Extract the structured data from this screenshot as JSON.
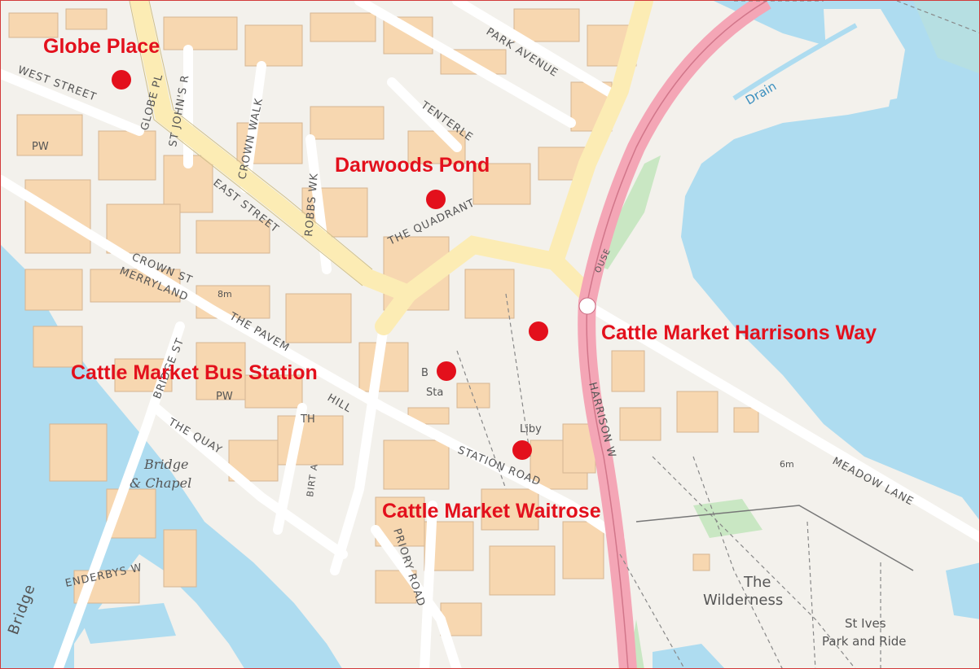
{
  "colors": {
    "water": "#aedcf0",
    "building": "#f7d7b0",
    "buildingEdge": "#d6b592",
    "road": "#ffffff",
    "mainRoad": "#fcecb4",
    "aRoad": "#f4a6b6",
    "green": "#c9e7c3",
    "ground": "#f3f1ec",
    "marker": "#e3101c"
  },
  "markers": [
    {
      "id": "globe-place",
      "label": "Globe Place"
    },
    {
      "id": "darwoods-pond",
      "label": "Darwoods Pond"
    },
    {
      "id": "cattle-market-harrisons-way",
      "label": "Cattle Market Harrisons Way"
    },
    {
      "id": "cattle-market-bus-station",
      "label": "Cattle Market Bus Station"
    },
    {
      "id": "cattle-market-waitrose",
      "label": "Cattle Market Waitrose"
    }
  ],
  "streets": {
    "west_street": "WEST STREET",
    "globe_pl": "GLOBE PL",
    "st_johns": "ST JOHN'S R",
    "crown_walk": "CROWN WALK",
    "tenterleas": "TENTERLE",
    "park_avenue": "PARK AVENUE",
    "east_street": "EAST STREET",
    "robbs_wk": "ROBBS WK",
    "the_quadrant": "THE QUADRANT",
    "crown_st": "CROWN ST",
    "merryland": "MERRYLAND",
    "the_pavement": "THE PAVEM",
    "hill": "HILL",
    "bridge_st": "BRIDGE ST",
    "the_quay": "THE QUAY",
    "station_road": "STATION ROAD",
    "priory_road": "PRIORY ROAD",
    "harrison_way": "HARRISON W",
    "meadow_lane": "MEADOW LANE",
    "enderbys": "ENDERBYS W",
    "bridge": "Bridge",
    "birt": "BIRT A",
    "ouse": "OUSE"
  },
  "places": {
    "pw1": "PW",
    "pw2": "PW",
    "th": "TH",
    "b": "B",
    "sta": "Sta",
    "liby": "Liby",
    "bm": "8m",
    "sixm": "6m",
    "the": "The",
    "wilderness": "Wilderness",
    "st_ives": "St Ives",
    "park_and_ride": "Park and Ride",
    "drain": "Drain",
    "bridge_chapel_1": "Bridge",
    "bridge_chapel_2": "& Chapel"
  }
}
